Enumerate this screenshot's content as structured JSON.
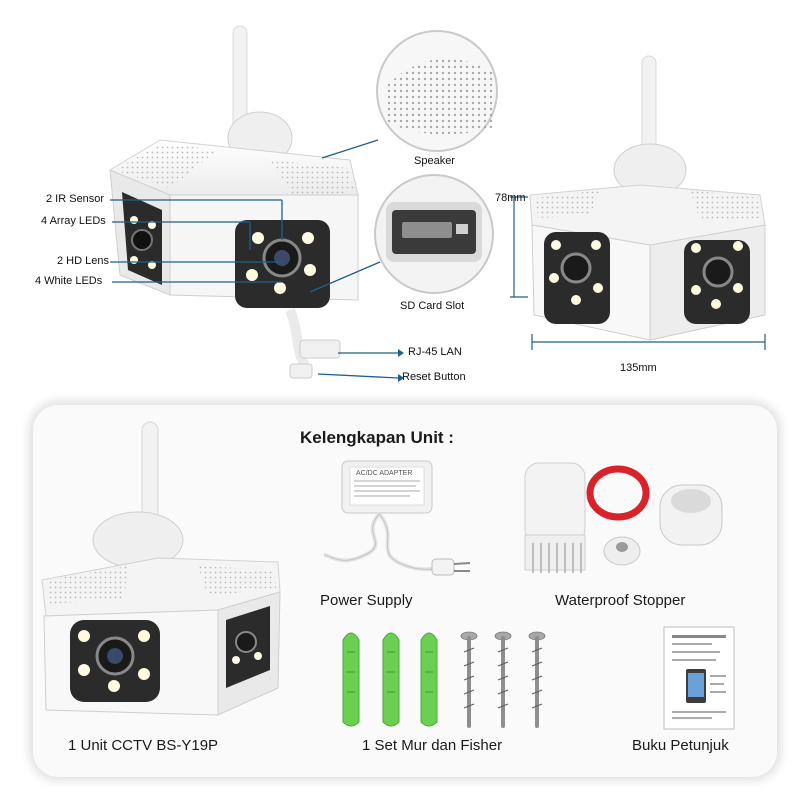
{
  "top": {
    "callouts": {
      "ir_sensor": "2 IR Sensor",
      "array_leds": "4 Array LEDs",
      "hd_lens": "2 HD Lens",
      "white_leds": "4 White LEDs",
      "speaker": "Speaker",
      "sd_card_slot": "SD Card Slot",
      "rj45_lan": "RJ-45 LAN",
      "reset_button": "Reset Button"
    },
    "dimensions": {
      "height": "78mm",
      "width": "135mm"
    }
  },
  "kit": {
    "title": "Kelengkapan Unit :",
    "items": [
      {
        "label": "1 Unit CCTV BS-Y19P"
      },
      {
        "label": "Power Supply"
      },
      {
        "label": "Waterproof Stopper"
      },
      {
        "label": "1 Set Mur dan Fisher"
      },
      {
        "label": "Buku Petunjuk"
      }
    ],
    "adapter_text": "AC/DC ADAPTER"
  },
  "colors": {
    "camera_body": "#f4f4f4",
    "lens_panel": "#2b2b2b",
    "led_white": "#fffbe0",
    "callout_line": "#1f5f8b",
    "anchor_green": "#6bcf52",
    "seal_red": "#d8232a"
  }
}
